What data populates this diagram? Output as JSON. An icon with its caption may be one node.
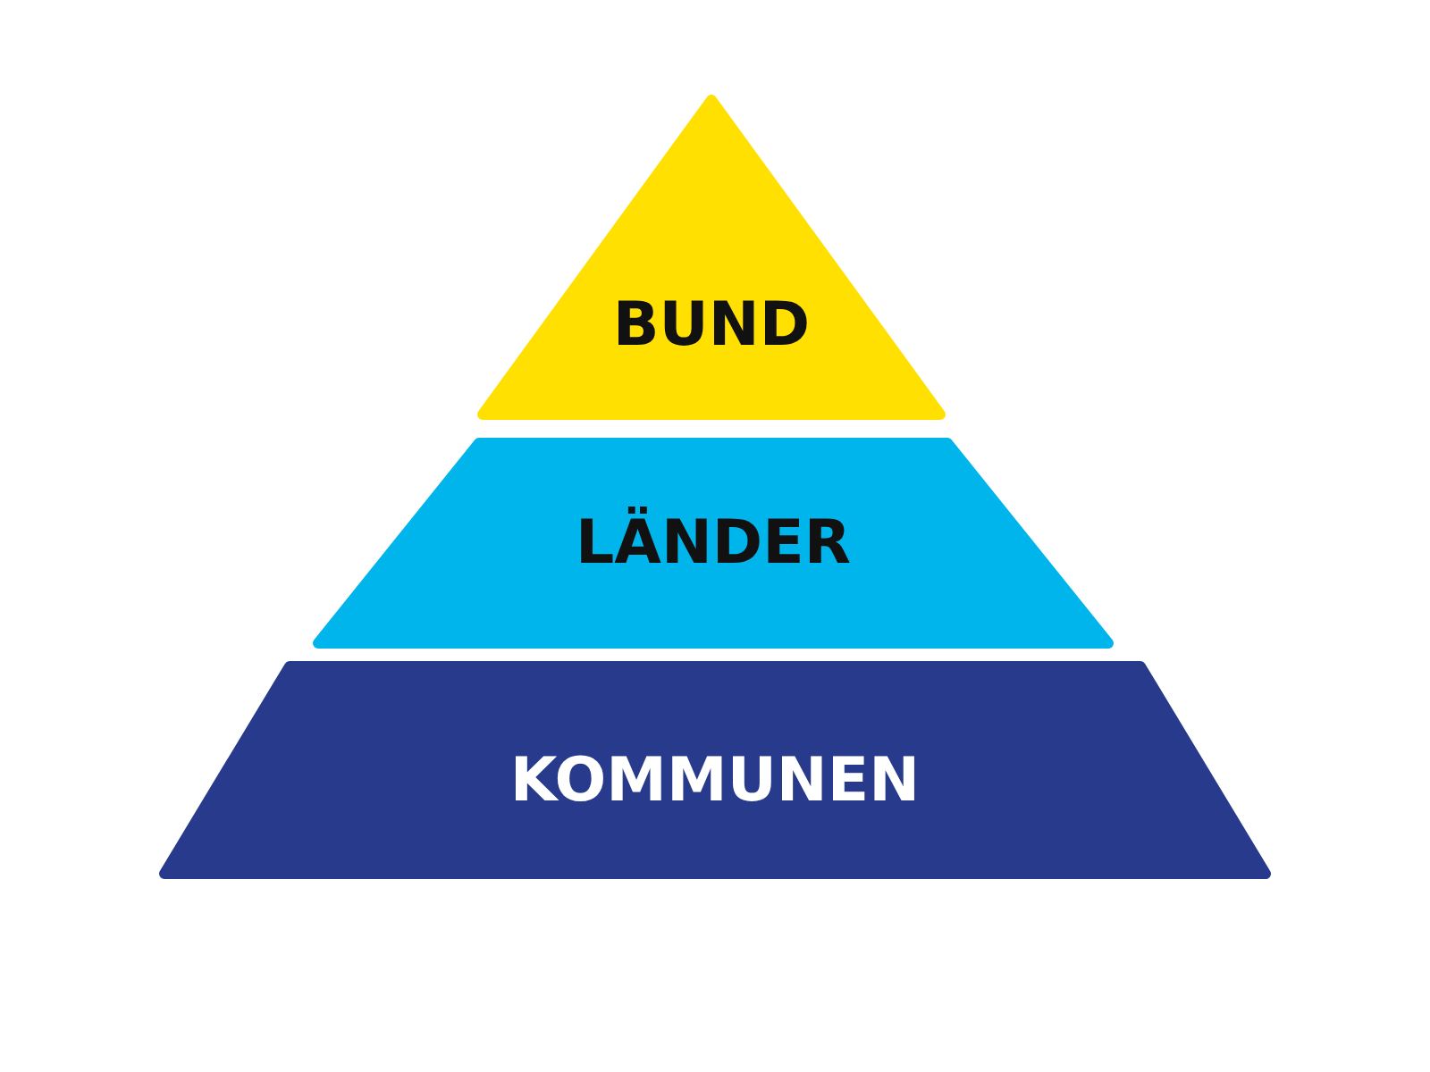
{
  "diagram": {
    "nodes": [
      {
        "text": [
          "BUND"
        ]
      },
      {
        "text": [
          "LÄNDER"
        ]
      },
      {
        "text": [
          "KOMMUNEN"
        ]
      }
    ]
  }
}
